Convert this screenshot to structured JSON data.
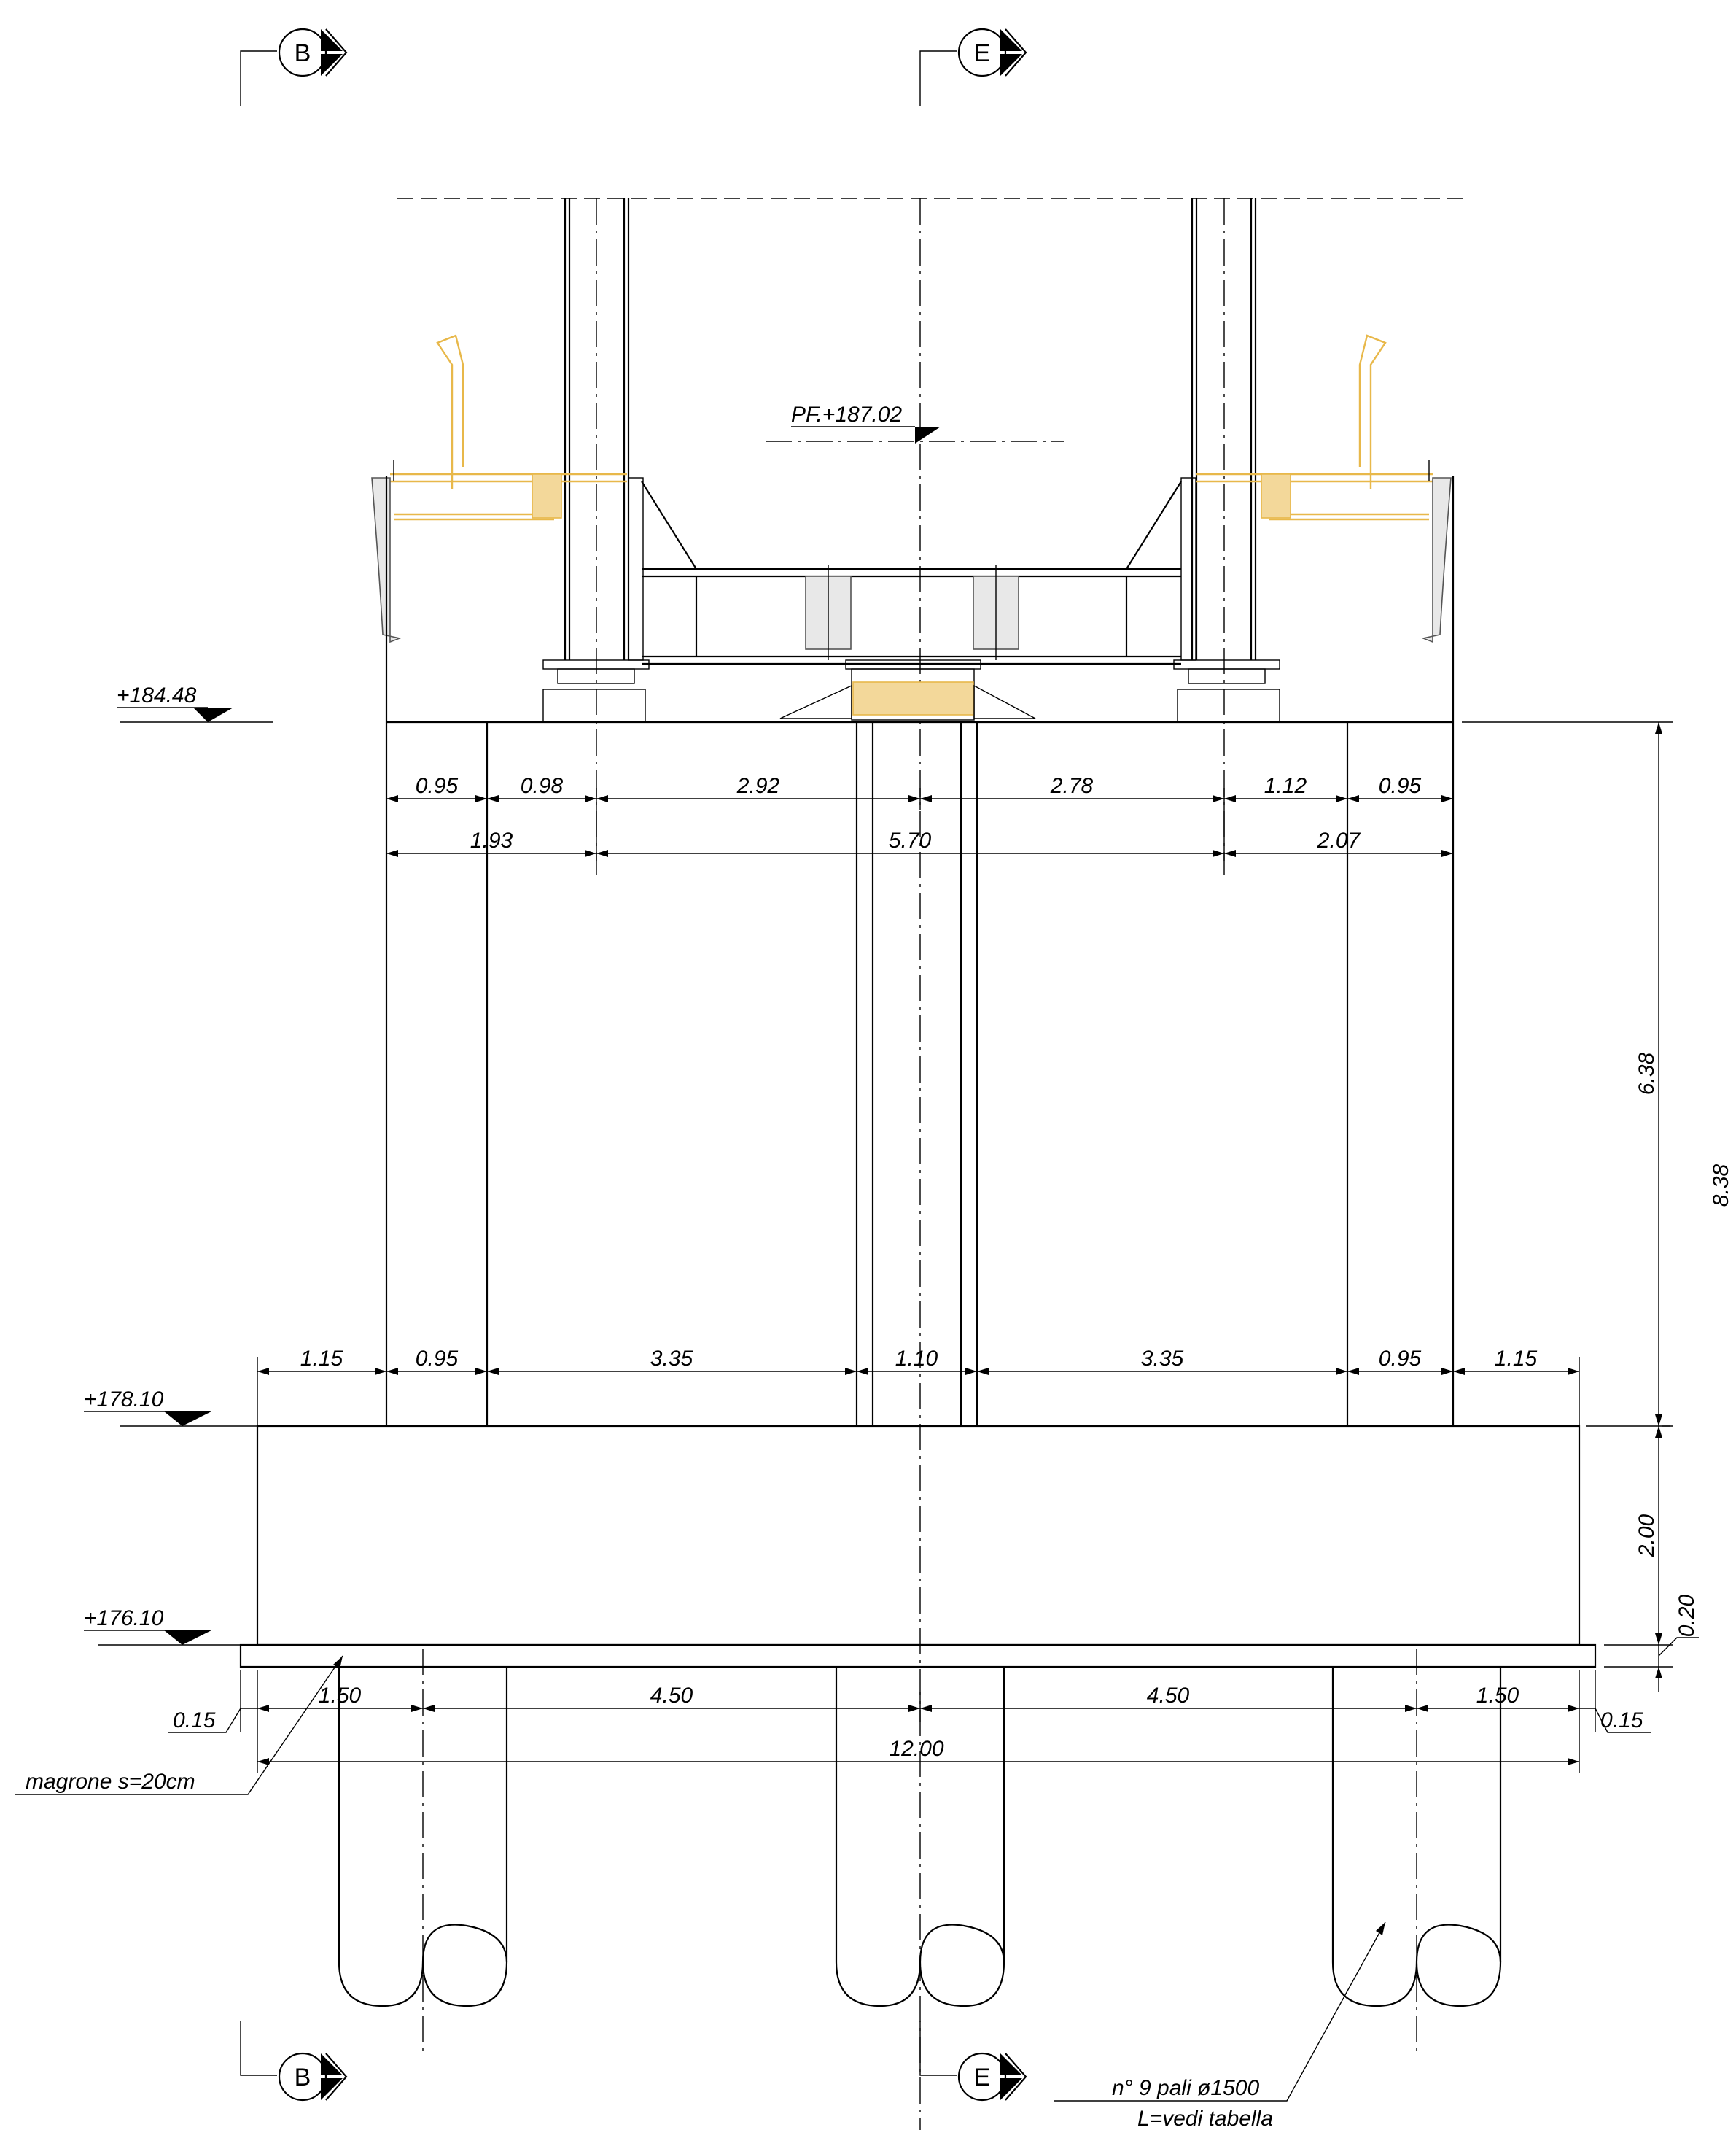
{
  "section_markers": {
    "top_left": "B",
    "top_right": "E",
    "bottom_left": "B",
    "bottom_right": "E"
  },
  "levels": {
    "pf": "PF.+187.02",
    "top_cap": "+184.48",
    "top_footing": "+178.10",
    "bottom_footing": "+176.10"
  },
  "dims_upper": {
    "row1": [
      "0.95",
      "0.98",
      "2.92",
      "2.78",
      "1.12",
      "0.95"
    ],
    "row2": [
      "1.93",
      "5.70",
      "2.07"
    ]
  },
  "dims_lower": [
    "1.15",
    "0.95",
    "3.35",
    "1.10",
    "3.35",
    "0.95",
    "1.15"
  ],
  "dims_vertical": {
    "pier": "6.38",
    "total": "8.38",
    "footing": "2.00",
    "blinding": "0.20"
  },
  "dims_piles": {
    "segments": [
      "1.50",
      "4.50",
      "4.50",
      "1.50"
    ],
    "overall": "12.00",
    "offset_left": "0.15",
    "offset_right": "0.15"
  },
  "notes": {
    "blinding": "magrone s=20cm",
    "piles_line1": "n° 9 pali ø1500",
    "piles_line2": "L=vedi tabella"
  }
}
